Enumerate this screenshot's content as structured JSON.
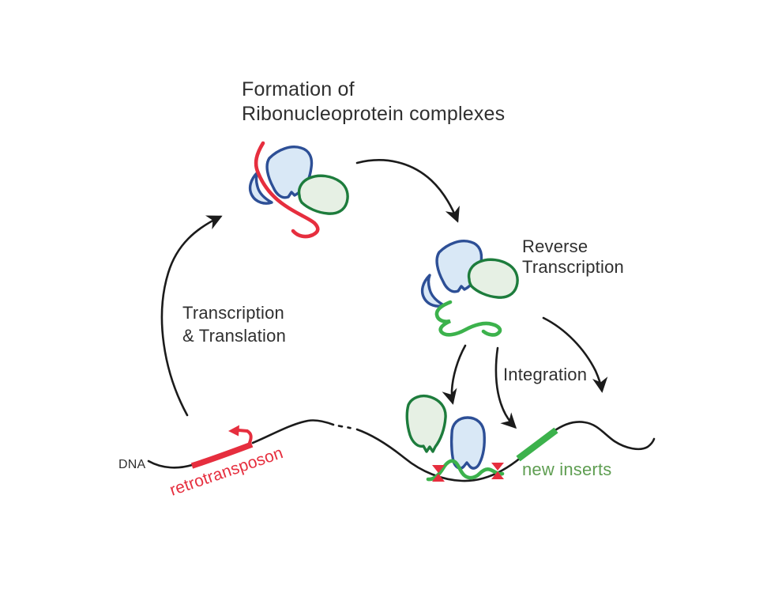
{
  "title": {
    "line1": "Formation of",
    "line2": "Ribonucleoprotein complexes"
  },
  "labels": {
    "transcription_translation": {
      "line1": "Transcription",
      "line2": "& Translation"
    },
    "reverse_transcription": {
      "line1": "Reverse",
      "line2": "Transcription"
    },
    "integration": "Integration",
    "dna": "DNA",
    "retrotransposon": "retrotransposon",
    "new_inserts": "new inserts"
  },
  "colors": {
    "rna_red": "#e62e3e",
    "protein_blue_outline": "#2d4f96",
    "protein_blue_fill": "#d9e8f6",
    "protein_green_outline": "#1d7c3c",
    "protein_green_fill": "#e6f0e4",
    "cdna_green": "#3cb24c",
    "new_inserts_label": "#5f9e52",
    "line_black": "#1b1b1b",
    "label_text": "#2f2f2f",
    "background": "#ffffff"
  }
}
